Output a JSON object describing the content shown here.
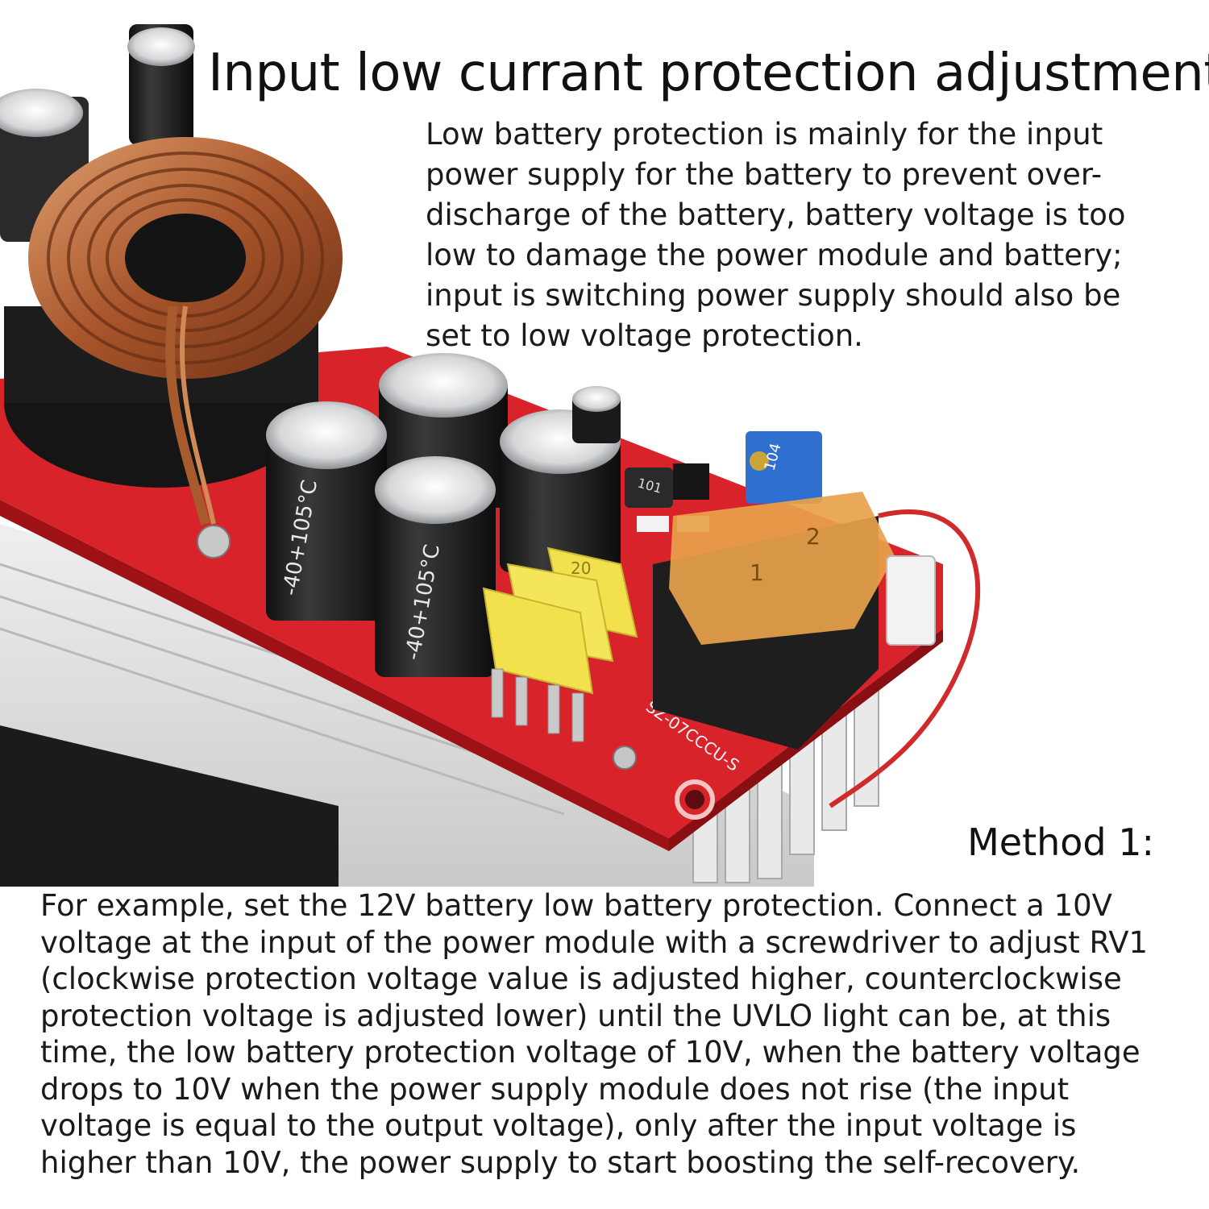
{
  "headline": "Input low currant protection adjustment",
  "intro": "Low battery protection is mainly for the input power supply for the battery to prevent over-discharge of the battery, battery voltage is too low to damage the power module and battery; input is switching power supply should also be set to low voltage protection.",
  "method": {
    "title": "Method 1:",
    "text": "For example, set the 12V battery low battery protection. Connect a 10V voltage at the input of the power module with a screwdriver to adjust RV1 (clockwise protection voltage value is adjusted higher, counterclockwise protection voltage is adjusted lower) until the UVLO light can be, at this time, the low battery protection voltage of 10V, when the battery voltage drops to 10V when the power supply module does not rise (the input voltage is equal to the output voltage), only after the input voltage is higher than 10V, the power supply to start boosting the self-recovery."
  },
  "board_markings": {
    "capacitor_rating": "-40+105°C",
    "fuse_rating": "20",
    "inductor_code": "101",
    "trimmer_code": "104",
    "terminal_numbers": [
      "1",
      "2"
    ],
    "board_code": "SZ-07CCCU-S"
  },
  "colors": {
    "pcb_red": "#d9232a",
    "heatsink": "#d8d8d8",
    "copper": "#b8693a",
    "fuse_yellow": "#f2e04c",
    "terminal_orange": "#e8a24a",
    "trimmer_blue": "#2f6fd0"
  }
}
